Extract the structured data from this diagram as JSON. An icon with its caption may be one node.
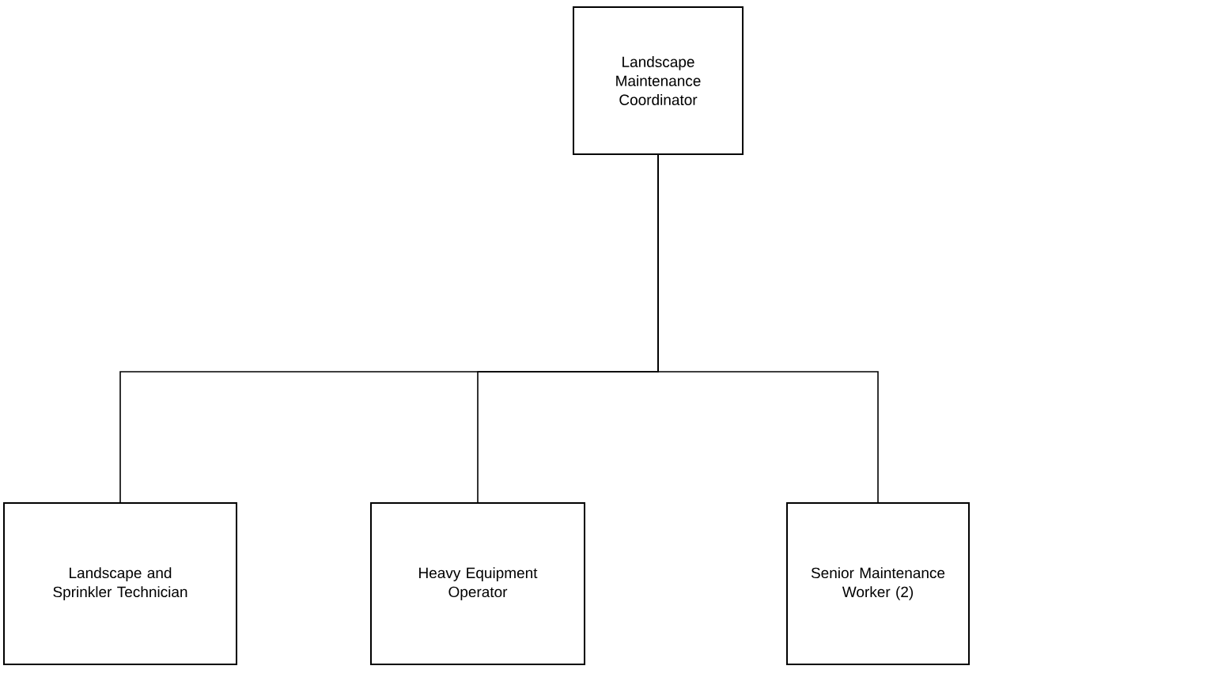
{
  "diagram": {
    "nodes": [
      {
        "text": [
          "Landscape Maintenance Coordinator"
        ]
      },
      {
        "text": [
          "Landscape and Sprinkler Technician"
        ]
      },
      {
        "text": [
          "Heavy Equipment Operator"
        ]
      },
      {
        "text": [
          "Senior Maintenance Worker (2)"
        ]
      }
    ],
    "edges": [
      {
        "from": 0,
        "to": 1,
        "arrow": "none"
      },
      {
        "from": 0,
        "to": 2,
        "arrow": "none"
      },
      {
        "from": 0,
        "to": 3,
        "arrow": "none"
      }
    ]
  }
}
